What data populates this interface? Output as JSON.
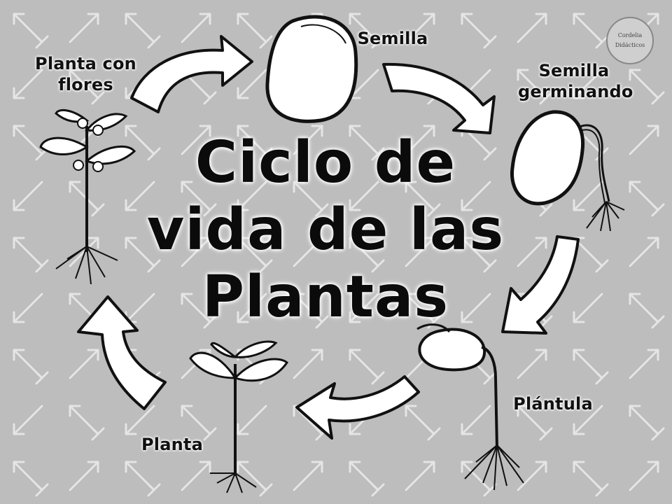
{
  "title": {
    "line1": "Ciclo de",
    "line2": "vida de las",
    "line3": "Plantas"
  },
  "stages": {
    "seed": "Semilla",
    "germinating": "Semilla germinando",
    "seedling": "Plántula",
    "plant": "Planta",
    "flowering": "Planta con flores"
  },
  "logo": {
    "text1": "Cordelia",
    "text2": "Didácticos"
  },
  "colors": {
    "background": "#bdbdbd",
    "pattern": "#e6e6e6",
    "outline": "#111111",
    "fill": "#ffffff"
  }
}
